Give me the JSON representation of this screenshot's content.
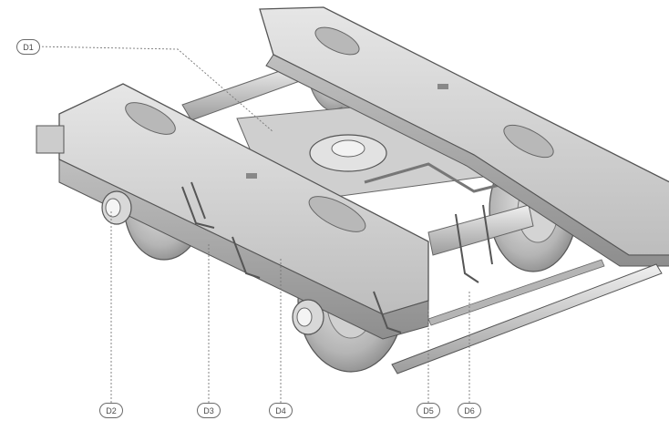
{
  "callouts": [
    {
      "id": "D1",
      "label": "D1"
    },
    {
      "id": "D2",
      "label": "D2"
    },
    {
      "id": "D3",
      "label": "D3"
    },
    {
      "id": "D4",
      "label": "D4"
    },
    {
      "id": "D5",
      "label": "D5"
    },
    {
      "id": "D6",
      "label": "D6"
    }
  ],
  "colors": {
    "background": "#ffffff",
    "frame": "#c9c9c9",
    "frame_dark": "#8f8f8f",
    "outline": "#555555",
    "wheel": "#bdbdbd",
    "leader_line": "#777777"
  }
}
